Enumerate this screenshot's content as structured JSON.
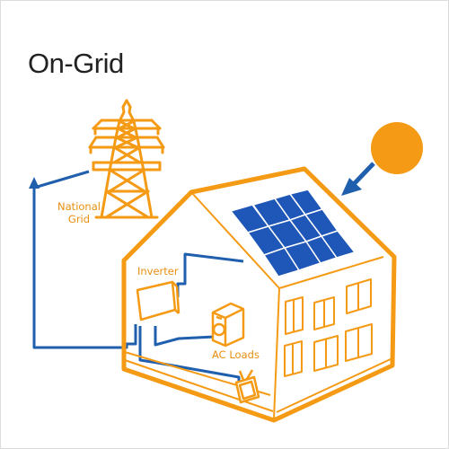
{
  "title": "On-Grid",
  "labels": {
    "national_grid_line1": "National",
    "national_grid_line2": "Grid",
    "inverter": "Inverter",
    "ac_loads": "AC Loads"
  },
  "colors": {
    "orange": "#f59a14",
    "blue": "#1f5fae",
    "panel_blue": "#1e57b8",
    "label": "#e8900f"
  },
  "icons": [
    "transmission-tower-icon",
    "sun-icon",
    "solar-panel-icon",
    "inverter-icon",
    "washing-machine-icon",
    "tv-icon",
    "house-icon"
  ]
}
